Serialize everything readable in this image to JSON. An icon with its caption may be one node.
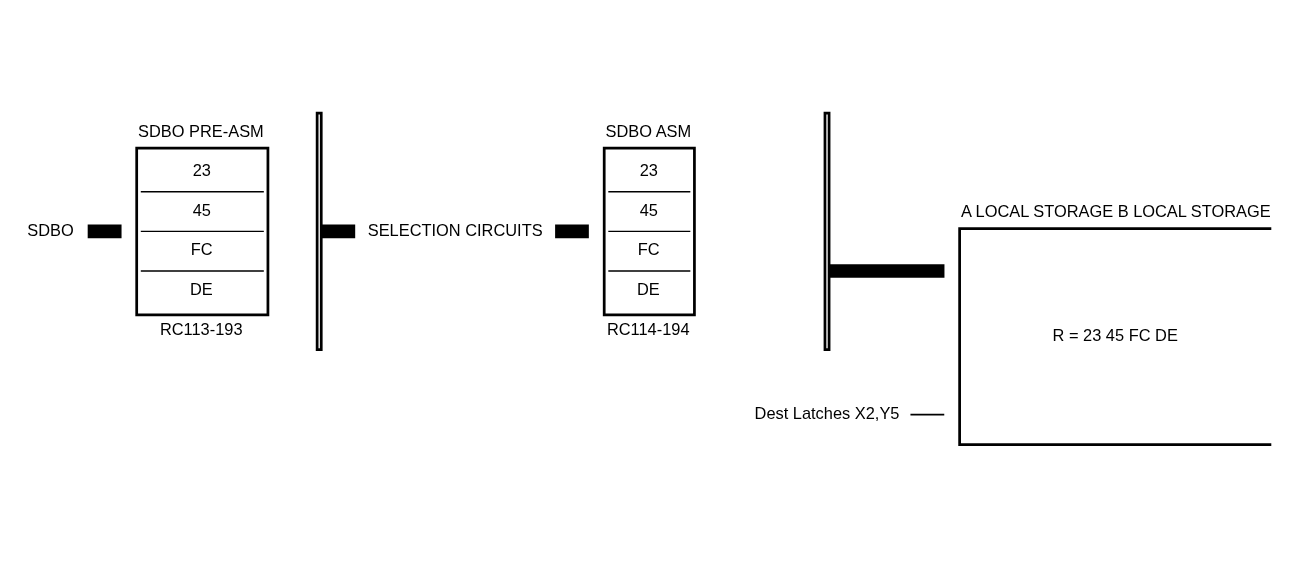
{
  "diagram": {
    "nodes": [
      {
        "text": [
          "SDBO"
        ]
      },
      {
        "text": [
          "SDBO PRE-ASM",
          "23",
          "45",
          "FC",
          "DE"
        ],
        "beside": [
          "RC113-193"
        ]
      },
      {
        "text": [],
        "shape": "bar"
      },
      {
        "text": [
          "SELECTION CIRCUITS"
        ]
      },
      {
        "text": [
          "SDBO ASM",
          "23",
          "45",
          "FC",
          "DE"
        ],
        "beside": [
          "RC114-194"
        ]
      },
      {
        "text": [],
        "shape": "bar"
      },
      {
        "text": [
          "A LOCAL STORAGE B LOCAL STORAGE",
          "R = 23 45 FC DE"
        ]
      },
      {
        "text": [
          "Dest Latches X2,Y5"
        ]
      }
    ],
    "edges": [
      {
        "from": 0,
        "to": 1,
        "arrow": "none"
      },
      {
        "from": 2,
        "to": 3,
        "arrow": "none"
      },
      {
        "from": 3,
        "to": 4,
        "arrow": "none"
      },
      {
        "from": 5,
        "to": 6,
        "arrow": "none"
      },
      {
        "from": 7,
        "to": 6,
        "arrow": "none"
      }
    ]
  }
}
